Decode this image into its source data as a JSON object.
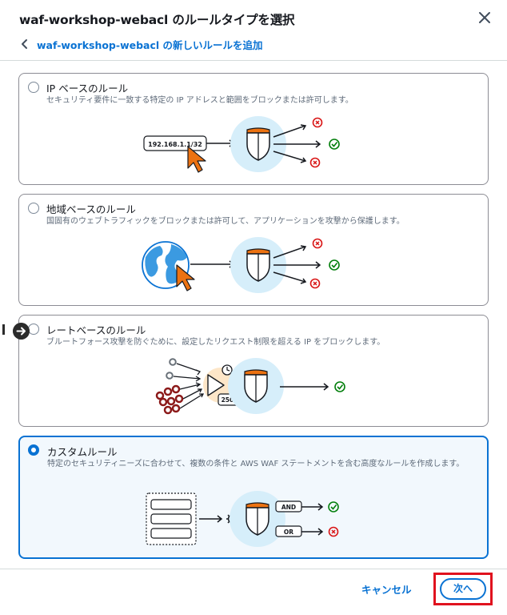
{
  "header": {
    "title": "waf-workshop-webacl のルールタイプを選択",
    "back_link": "waf-workshop-webacl の新しいルールを追加"
  },
  "cards": [
    {
      "title": "IP ベースのルール",
      "description": "セキュリティ要件に一致する特定の IP アドレスと範囲をブロックまたは許可します。",
      "selected": false,
      "ip_label": "192.168.1.1/32"
    },
    {
      "title": "地域ベースのルール",
      "description": "国固有のウェブトラフィックをブロックまたは許可して、アプリケーションを攻撃から保護します。",
      "selected": false
    },
    {
      "title": "レートベースのルール",
      "description": "ブルートフォース攻撃を防ぐために、設定したリクエスト制限を超える IP をブロックします。",
      "selected": false,
      "rate_limit_label": "2500"
    },
    {
      "title": "カスタムルール",
      "description": "特定のセキュリティニーズに合わせて、複数の条件と AWS WAF ステートメントを含む高度なルールを作成します。",
      "selected": true,
      "and_label": "AND",
      "or_label": "OR"
    }
  ],
  "footer": {
    "cancel_label": "キャンセル",
    "next_label": "次へ"
  },
  "colors": {
    "link_blue": "#0972d3",
    "shield_orange": "#ec7211",
    "circle_blue": "#d6eefa",
    "allow_green": "#037f0c",
    "block_red": "#d91515",
    "highlight_red": "#e0121e"
  },
  "icons": [
    "close-icon",
    "chevron-left-icon",
    "shield-icon",
    "cursor-arrow-icon",
    "globe-icon",
    "allow-check-icon",
    "block-x-icon",
    "clock-icon",
    "gear-icon",
    "arrow-right-icon"
  ]
}
